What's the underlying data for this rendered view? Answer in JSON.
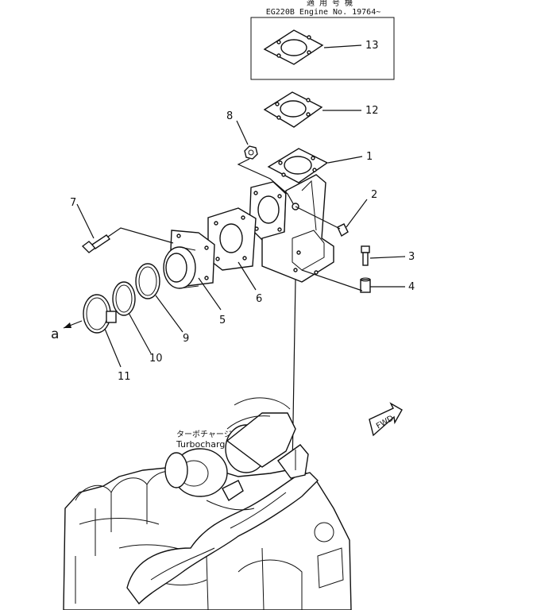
{
  "applicability_box": {
    "japanese_header": "適 用 号 機",
    "serial_text": "EG220B  Engine  No.  19764~"
  },
  "callouts": [
    "1",
    "2",
    "3",
    "4",
    "5",
    "6",
    "7",
    "8",
    "9",
    "10",
    "11",
    "12",
    "13"
  ],
  "view_marker": "a",
  "turbocharger_label_jp": "ターボチャージャ",
  "turbocharger_label": "Turbocharger",
  "fwd_label": "FWD"
}
